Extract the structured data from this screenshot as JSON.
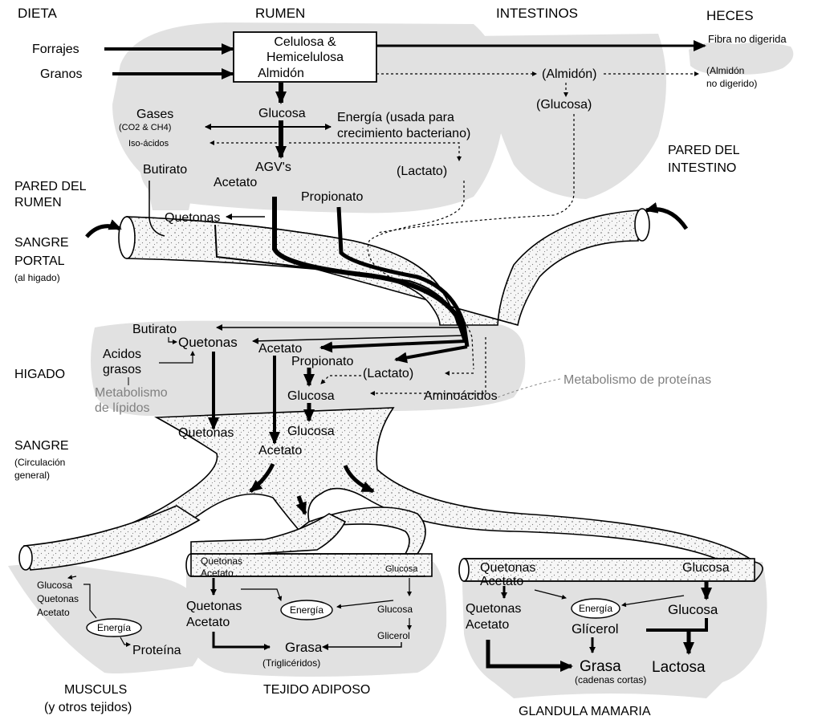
{
  "headers": {
    "dieta": "DIETA",
    "rumen": "RUMEN",
    "intestinos": "INTESTINOS",
    "heces": "HECES"
  },
  "diet": {
    "forrajes": "Forrajes",
    "granos": "Granos"
  },
  "rumen": {
    "box_line1": "Celulosa &",
    "box_line2": "Hemicelulosa",
    "box_line3": "Almidón",
    "glucosa": "Glucosa",
    "gases": "Gases",
    "gases_sub": "(CO2 & CH4)",
    "iso_acidos": "Iso-ácidos",
    "energia_line1": "Energía (usada para",
    "energia_line2": "crecimiento bacteriano)",
    "agvs": "AGV's",
    "acetato": "Acetato",
    "butirato": "Butirato",
    "propionato": "Propionato",
    "lactato": "(Lactato)",
    "quetonas": "Quetonas"
  },
  "intestine": {
    "almidon": "(Almidón)",
    "glucosa": "(Glucosa)",
    "pared_line1": "PARED DEL",
    "pared_line2": "INTESTINO"
  },
  "feces": {
    "fibra": "Fibra no digerida",
    "almidon_line1": "(Almidón",
    "almidon_line2": "no digerido)"
  },
  "left_labels": {
    "pared_rumen_line1": "PARED DEL",
    "pared_rumen_line2": "RUMEN",
    "sangre_portal_line1": "SANGRE",
    "sangre_portal_line2": "PORTAL",
    "sangre_portal_sub": "(al higado)",
    "higado": "HIGADO",
    "sangre_line1": "SANGRE",
    "sangre_sub1": "(Circulación",
    "sangre_sub2": "general)"
  },
  "liver": {
    "butirato": "Butirato",
    "quetonas": "Quetonas",
    "acetato": "Acetato",
    "acidos_line1": "Acidos",
    "acidos_line2": "grasos",
    "propionato": "Propionato",
    "lactato": "(Lactato)",
    "glucosa": "Glucosa",
    "aminoacidos": "Aminoácidos",
    "metab_lipidos_line1": "Metabolismo",
    "metab_lipidos_line2": "de lípidos",
    "metab_proteinas": "Metabolismo de proteínas"
  },
  "blood": {
    "quetonas": "Quetonas",
    "glucosa": "Glucosa",
    "acetato": "Acetato"
  },
  "muscle": {
    "glucosa": "Glucosa",
    "quetonas": "Quetonas",
    "acetato": "Acetato",
    "energia": "Energía",
    "proteina": "Proteína",
    "title_line1": "MUSCULS",
    "title_line2": "(y otros tejidos)"
  },
  "adipose": {
    "tube_quetonas": "Quetonas",
    "tube_acetato": "Acetato",
    "tube_glucosa": "Glucosa",
    "quetonas": "Quetonas",
    "acetato": "Acetato",
    "energia": "Energía",
    "glucosa": "Glucosa",
    "glicerol": "Glicerol",
    "grasa": "Grasa",
    "trigliceridos": "(Triglicéridos)",
    "title": "TEJIDO ADIPOSO"
  },
  "mammary": {
    "tube_quetonas": "Quetonas",
    "tube_acetato": "Acetato",
    "tube_glucosa": "Glucosa",
    "quetonas": "Quetonas",
    "acetato": "Acetato",
    "energia": "Energía",
    "glucosa": "Glucosa",
    "glicerol": "Glícerol",
    "grasa": "Grasa",
    "lactosa": "Lactosa",
    "cadenas": "(cadenas cortas)",
    "title": "GLANDULA MAMARIA"
  }
}
